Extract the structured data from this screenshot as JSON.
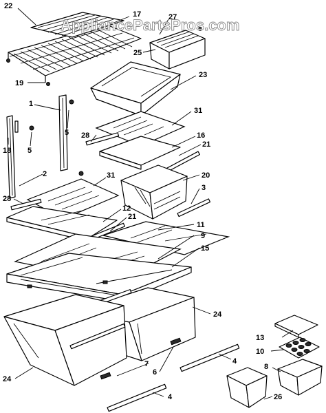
{
  "watermark": "AppliancePartsPros.com",
  "callouts": {
    "c22": "22",
    "c17": "17",
    "c27": "27",
    "c25": "25",
    "c23": "23",
    "c19": "19",
    "c1": "1",
    "c5a": "5",
    "c5b": "5",
    "c18": "18",
    "c31a": "31",
    "c28a": "28",
    "c16": "16",
    "c21a": "21",
    "c20": "20",
    "c2": "2",
    "c31b": "31",
    "c3": "3",
    "c28b": "28",
    "c12": "12",
    "c21b": "21",
    "c11": "11",
    "c9": "9",
    "c15": "15",
    "c24a": "24",
    "c13": "13",
    "c10": "10",
    "c8": "8",
    "c7": "7",
    "c6": "6",
    "c4a": "4",
    "c24b": "24",
    "c4b": "4",
    "c26": "26"
  }
}
